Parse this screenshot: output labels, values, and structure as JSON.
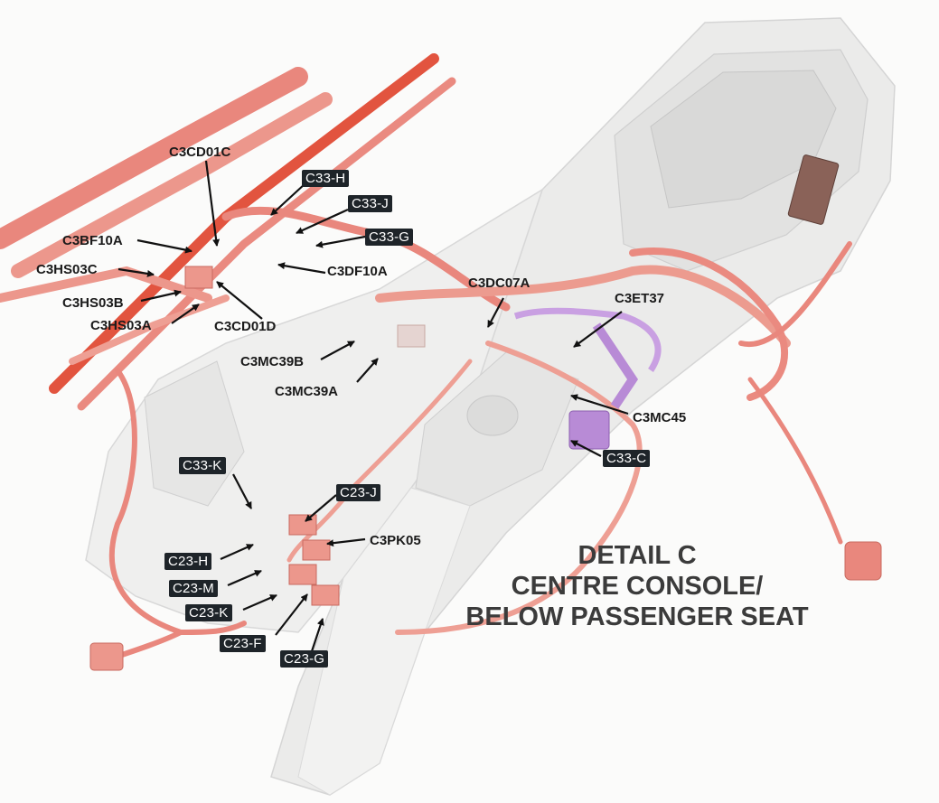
{
  "title_lines": [
    "DETAIL C",
    "CENTRE CONSOLE/",
    "BELOW PASSENGER SEAT"
  ],
  "colors": {
    "harness": "#e8857a",
    "harness_dark": "#e2543f",
    "console": "#e4e4e4",
    "connector_purple": "#b88bd6",
    "label_box": "#1e2429",
    "title": "#3b3b3b"
  },
  "labels": [
    {
      "text": "C3CD01C",
      "boxed": false
    },
    {
      "text": "C33-H",
      "boxed": true
    },
    {
      "text": "C33-J",
      "boxed": true
    },
    {
      "text": "C33-G",
      "boxed": true
    },
    {
      "text": "C3BF10A",
      "boxed": false
    },
    {
      "text": "C3HS03C",
      "boxed": false
    },
    {
      "text": "C3DF10A",
      "boxed": false
    },
    {
      "text": "C3HS03B",
      "boxed": false
    },
    {
      "text": "C3HS03A",
      "boxed": false
    },
    {
      "text": "C3CD01D",
      "boxed": false
    },
    {
      "text": "C3DC07A",
      "boxed": false
    },
    {
      "text": "C3ET37",
      "boxed": false
    },
    {
      "text": "C3MC39B",
      "boxed": false
    },
    {
      "text": "C3MC39A",
      "boxed": false
    },
    {
      "text": "C3MC45",
      "boxed": false
    },
    {
      "text": "C33-C",
      "boxed": true
    },
    {
      "text": "C33-K",
      "boxed": true
    },
    {
      "text": "C23-J",
      "boxed": true
    },
    {
      "text": "C3PK05",
      "boxed": false
    },
    {
      "text": "C23-H",
      "boxed": true
    },
    {
      "text": "C23-M",
      "boxed": true
    },
    {
      "text": "C23-K",
      "boxed": true
    },
    {
      "text": "C23-F",
      "boxed": true
    },
    {
      "text": "C23-G",
      "boxed": true
    }
  ]
}
